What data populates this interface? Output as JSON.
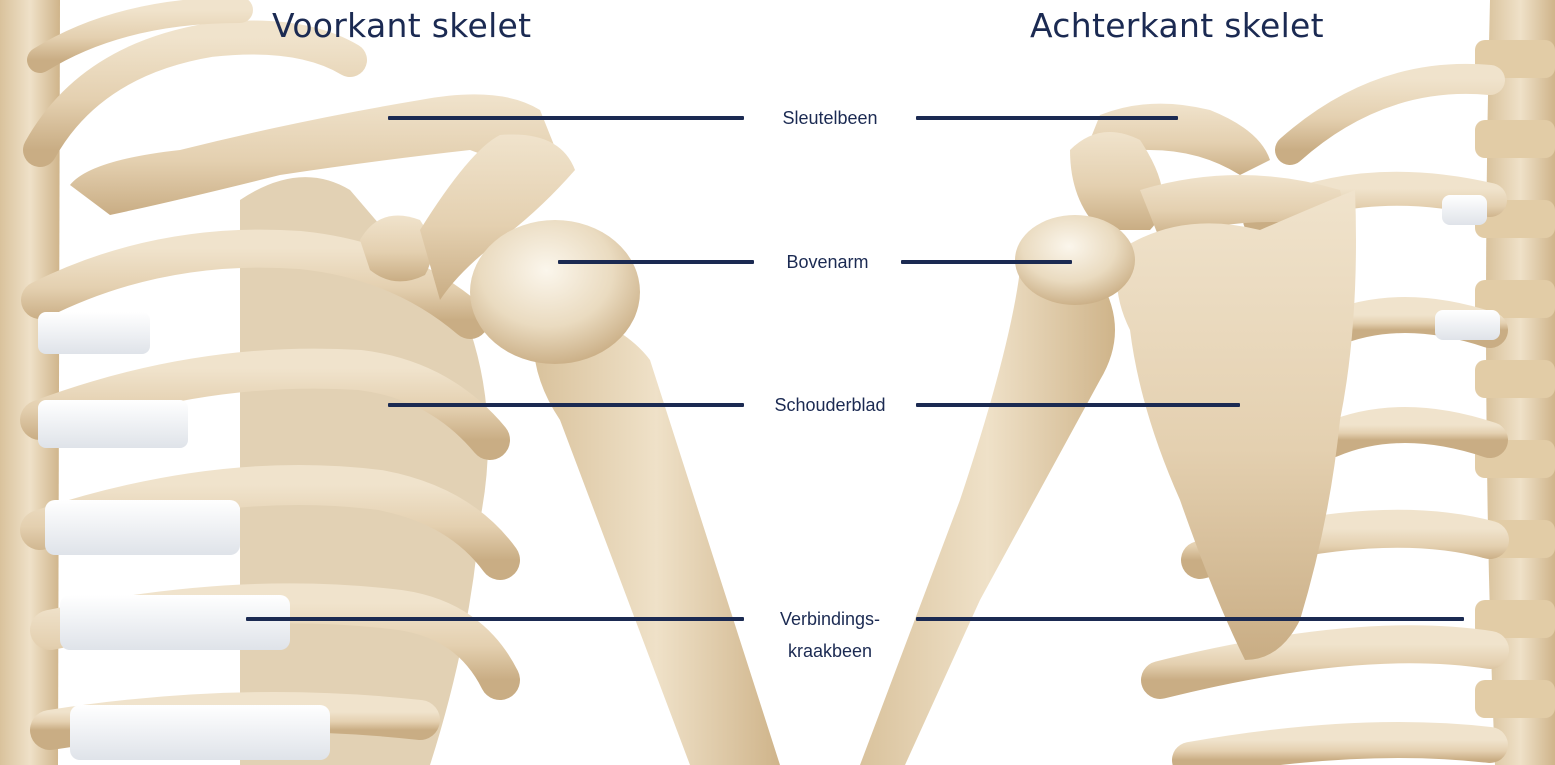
{
  "titles": {
    "front": "Voorkant skelet",
    "back": "Achterkant skelet"
  },
  "labels": {
    "clavicle": "Sleutelbeen",
    "humerus": "Bovenarm",
    "scapula": "Schouderblad",
    "cartilage_line1": "Verbindings-",
    "cartilage_line2": "kraakbeen"
  },
  "colors": {
    "bone": "#e8d6b8",
    "bone_shadow": "#c9ad84",
    "bone_highlight": "#f7efe2",
    "cartilage": "#f1f3f6",
    "text": "#1b2a52"
  }
}
